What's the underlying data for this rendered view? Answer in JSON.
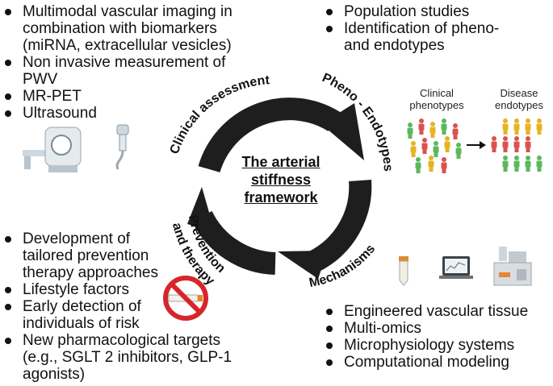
{
  "center_title": "The arterial\nstiffness\nframework",
  "cycle_labels": {
    "clinical_assessment": "Clinical assessment",
    "pheno_endotypes": "Pheno - Endotypes",
    "mechanisms": "Mechanisms",
    "prevention_line1": "Prevention",
    "prevention_line2": "and therapy"
  },
  "clinical_list": [
    "Multimodal vascular imaging in\ncombination with biomarkers\n(miRNA, extracellular vesicles)",
    "Non invasive measurement of\nPWV",
    "MR-PET",
    "Ultrasound"
  ],
  "pheno_list": [
    "Population studies",
    "Identification of pheno-\nand endotypes"
  ],
  "mechanisms_list": [
    "Engineered vascular tissue",
    "Multi-omics",
    "Microphysiology systems",
    "Computational modeling"
  ],
  "prevention_list": [
    "Development of\ntailored prevention\ntherapy approaches",
    "Lifestyle factors",
    "Early detection of\nindividuals of risk",
    "New pharmacological targets\n(e.g., SGLT 2 inhibitors, GLP-1\nagonists)"
  ],
  "phenotype_labels": {
    "clinical": "Clinical\nphenotypes",
    "disease": "Disease\nendotypes"
  },
  "colors": {
    "arrow": "#1e1e1e",
    "person_green": "#5cb85c",
    "person_red": "#d9534f",
    "person_yellow": "#e6b422",
    "no_sign": "#d6262b"
  }
}
